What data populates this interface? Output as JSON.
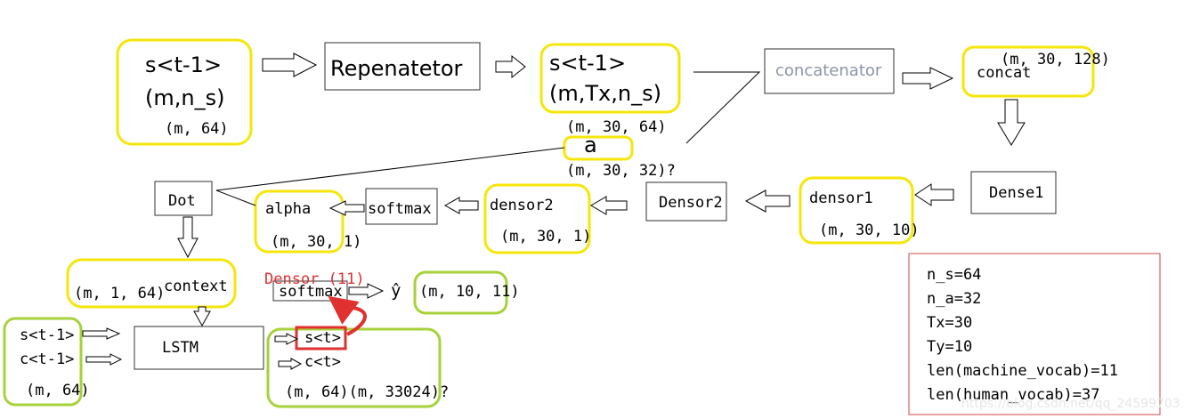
{
  "nodes": {
    "s_prev_box": {
      "line1": "s<t-1>",
      "line2": "(m,n_s)",
      "shape": "(m, 64)"
    },
    "repeater": {
      "label": "Repenatetor"
    },
    "s_repeated_box": {
      "line1": "s<t-1>",
      "line2": "(m,Tx,n_s)",
      "shape": "(m, 30, 64)"
    },
    "concatenator": {
      "label": "concatenator"
    },
    "concat_box": {
      "label": "concat",
      "shape": "(m, 30, 128)"
    },
    "a_box": {
      "label": "a",
      "shape": "(m, 30, 32)?"
    },
    "dense1": {
      "label": "Dense1"
    },
    "densor1_box": {
      "label": "densor1",
      "shape": "(m, 30, 10)"
    },
    "densor2_node": {
      "label": "Densor2"
    },
    "densor2_box": {
      "label": "densor2",
      "shape": "(m, 30, 1)"
    },
    "softmax_attn": {
      "label": "softmax"
    },
    "alpha_box": {
      "label": "alpha",
      "shape": "(m, 30, 1)"
    },
    "dot": {
      "label": "Dot"
    },
    "context_box": {
      "label": "context",
      "shape": "(m, 1, 64)"
    },
    "lstm": {
      "label": "LSTM"
    },
    "lstm_inputs": {
      "s_prev": "s<t-1>",
      "c_prev": "c<t-1>",
      "shape": "(m, 64)"
    },
    "lstm_outputs": {
      "s_t": "s<t>",
      "c_t": "c<t>",
      "shape": "(m, 64)(m, 33024)?"
    },
    "output_densor": {
      "label": "Densor (11)"
    },
    "softmax_out": {
      "label": "softmax"
    },
    "y_hat": {
      "label": "ŷ"
    },
    "y_hat_box": {
      "shape": "(m, 10, 11)"
    }
  },
  "params": {
    "lines": [
      "n_s=64",
      "n_a=32",
      "Tx=30",
      "Ty=10",
      "len(machine_vocab)=11",
      "len(human_vocab)=37"
    ]
  },
  "watermark": "https://blog.csdn.net/qq_24599703",
  "colors": {
    "yellow": "#f5e60a",
    "green": "#a6d23a",
    "red": "#e03030",
    "gray_text": "#8b95a8",
    "box_border": "#303030",
    "params_border": "#d04a4a"
  }
}
